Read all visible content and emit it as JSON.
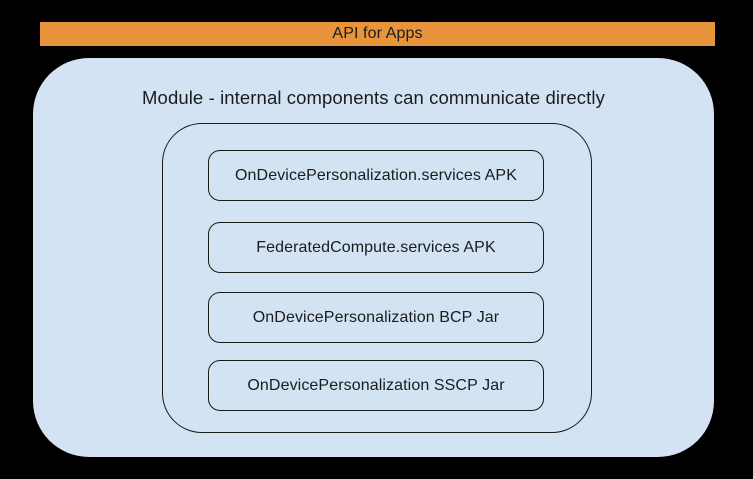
{
  "diagram": {
    "banner": {
      "label": "API for Apps"
    },
    "module": {
      "title": "Module - internal components can communicate directly",
      "components": [
        {
          "label": "OnDevicePersonalization.services APK"
        },
        {
          "label": "FederatedCompute.services APK"
        },
        {
          "label": "OnDevicePersonalization BCP Jar"
        },
        {
          "label": "OnDevicePersonalization SSCP Jar"
        }
      ]
    },
    "colors": {
      "page_background": "#000000",
      "banner_background": "#E8943A",
      "module_background": "#D3E3F4",
      "outline": "#1A1A1A",
      "text": "#1A1C1E"
    }
  }
}
